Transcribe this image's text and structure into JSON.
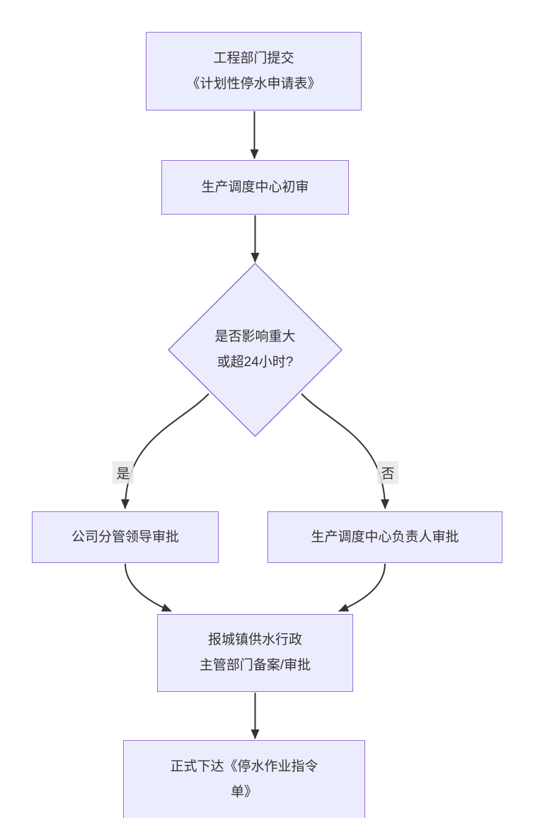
{
  "diagram": {
    "type": "flowchart",
    "direction": "top-down",
    "colors": {
      "node_fill": "#ECECFF",
      "node_border": "#9370DB",
      "edge": "#333333",
      "text": "#333333",
      "edge_label_bg": "#e8e8e8",
      "background": "#ffffff"
    },
    "nodes": [
      {
        "id": "A",
        "shape": "rect",
        "label": "工程部门提交\n《计划性停水申请表》"
      },
      {
        "id": "B",
        "shape": "rect",
        "label": "生产调度中心初审"
      },
      {
        "id": "C",
        "shape": "diamond",
        "label": "是否影响重大\n或超24小时?"
      },
      {
        "id": "D",
        "shape": "rect",
        "label": "公司分管领导审批"
      },
      {
        "id": "E",
        "shape": "rect",
        "label": "生产调度中心负责人审批"
      },
      {
        "id": "F",
        "shape": "rect",
        "label": "报城镇供水行政\n主管部门备案/审批"
      },
      {
        "id": "G",
        "shape": "rect",
        "label": "正式下达《停水作业指令\n单》"
      }
    ],
    "edges": [
      {
        "from": "A",
        "to": "B",
        "label": ""
      },
      {
        "from": "B",
        "to": "C",
        "label": ""
      },
      {
        "from": "C",
        "to": "D",
        "label": "是"
      },
      {
        "from": "C",
        "to": "E",
        "label": "否"
      },
      {
        "from": "D",
        "to": "F",
        "label": ""
      },
      {
        "from": "E",
        "to": "F",
        "label": ""
      },
      {
        "from": "F",
        "to": "G",
        "label": ""
      }
    ]
  }
}
